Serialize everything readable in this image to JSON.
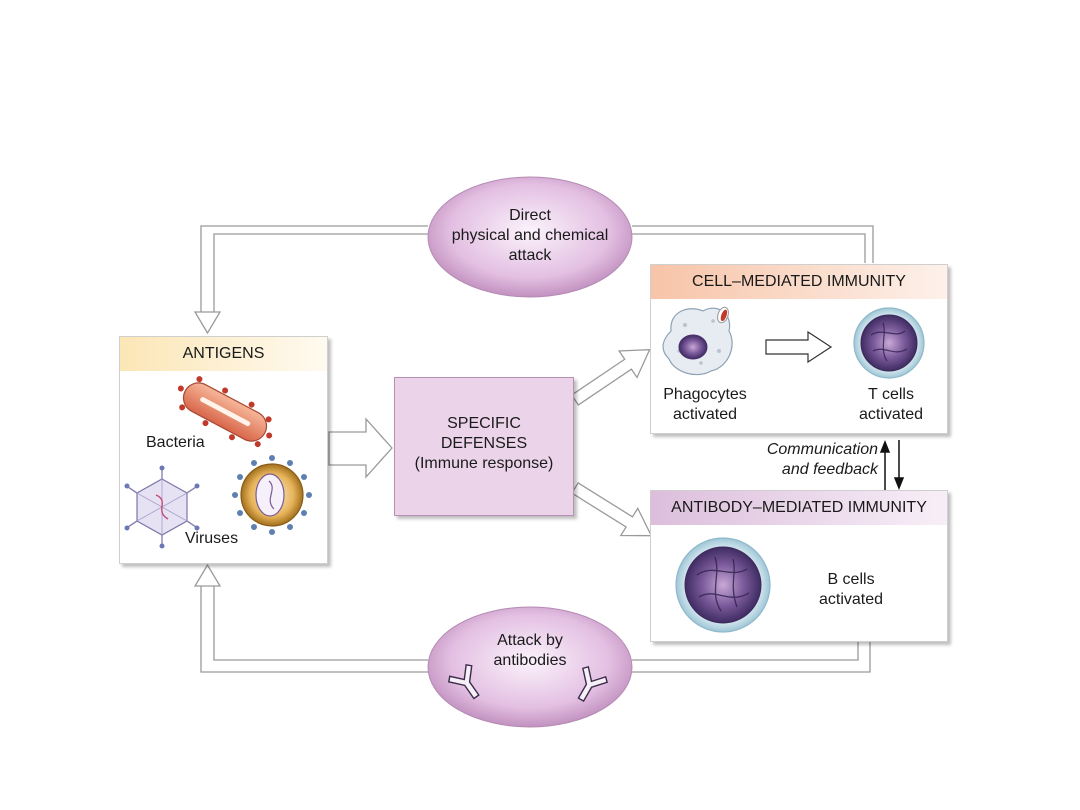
{
  "ovals": {
    "top": {
      "lines": [
        "Direct",
        "physical and chemical",
        "attack"
      ]
    },
    "bottom": {
      "lines": [
        "Attack by",
        "antibodies"
      ]
    }
  },
  "antigens": {
    "title": "ANTIGENS",
    "bacteria_label": "Bacteria",
    "viruses_label": "Viruses"
  },
  "specific_defenses": {
    "lines": [
      "SPECIFIC",
      "DEFENSES",
      "(Immune response)"
    ]
  },
  "cell_mediated": {
    "title": "CELL–MEDIATED IMMUNITY",
    "phagocytes": [
      "Phagocytes",
      "activated"
    ],
    "tcells": [
      "T cells",
      "activated"
    ]
  },
  "communication": [
    "Communication",
    "and feedback"
  ],
  "antibody_mediated": {
    "title": "ANTIBODY–MEDIATED IMMUNITY",
    "bcells": [
      "B cells",
      "activated"
    ]
  },
  "colors": {
    "antigens_header": "#fbe6b6",
    "cell_header": "#f7c4a8",
    "antibody_header": "#e4cce4",
    "spec_fill": "#ebd3ea",
    "oval_fill": "#d9a8d8"
  }
}
